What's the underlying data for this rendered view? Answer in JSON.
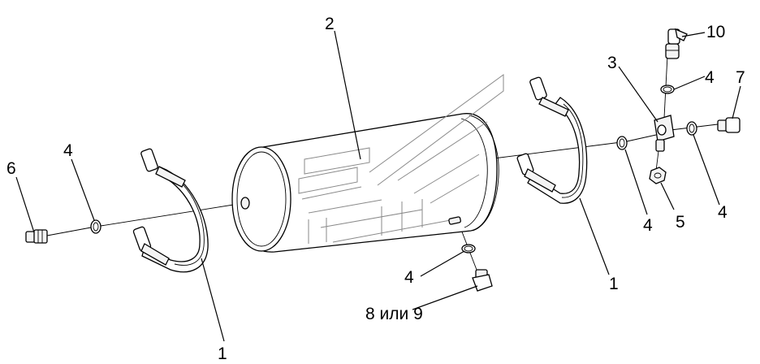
{
  "labels": {
    "l1a": "1",
    "l1b": "1",
    "l2": "2",
    "l3": "3",
    "l4a": "4",
    "l4b": "4",
    "l4c": "4",
    "l4d": "4",
    "l4e": "4",
    "l5": "5",
    "l6": "6",
    "l7": "7",
    "l8or9": "8 или 9",
    "l10": "10"
  }
}
